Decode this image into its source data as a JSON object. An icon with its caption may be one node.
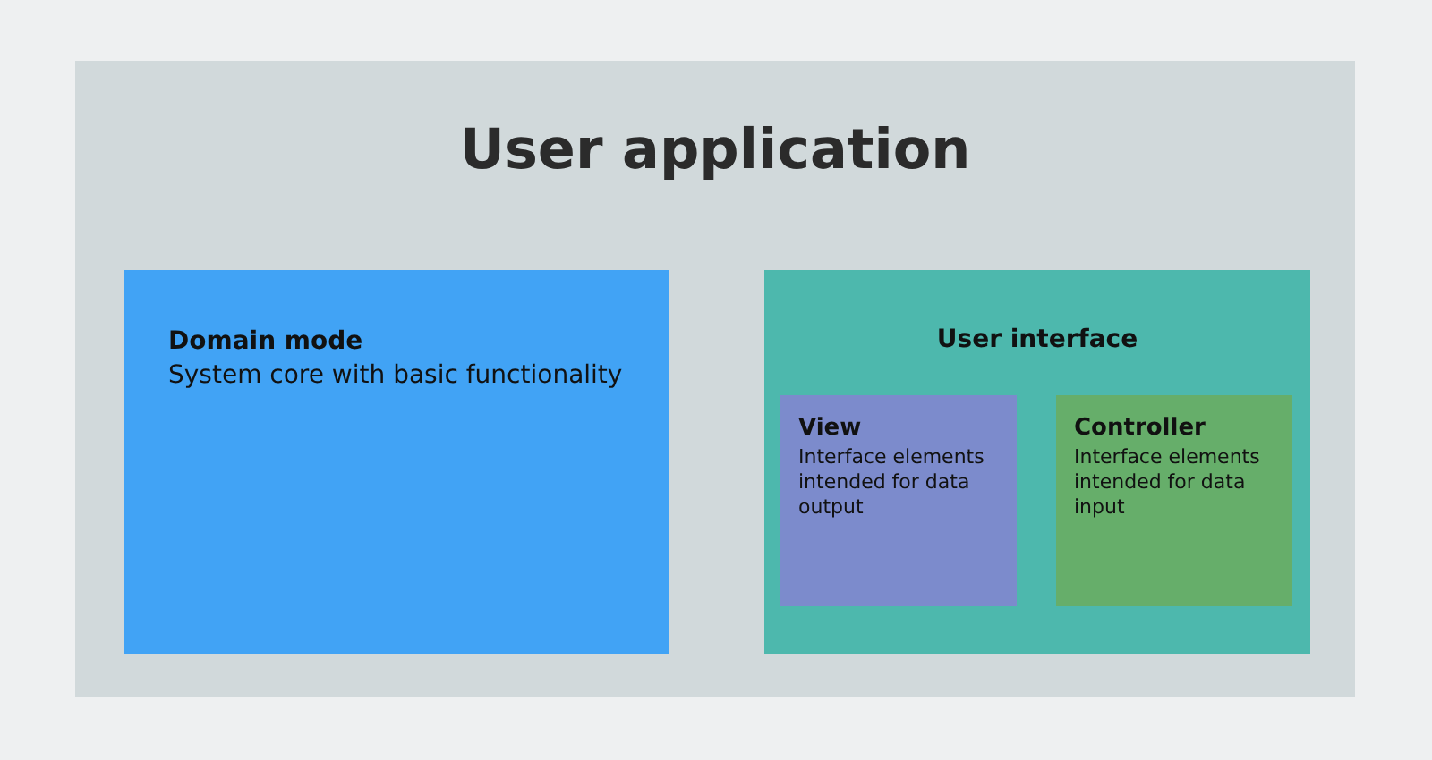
{
  "diagram": {
    "nodes": [
      {
        "text": [
          "User application"
        ]
      },
      {
        "text": [
          "Domain mode",
          "System core with basic functionality"
        ],
        "in": 0
      },
      {
        "text": [
          "User interface"
        ],
        "in": 0
      },
      {
        "text": [
          "View",
          "Interface elements intended for data output"
        ],
        "in": 2
      },
      {
        "text": [
          "Controller",
          "Interface elements intended for data input"
        ],
        "in": 2
      }
    ]
  }
}
